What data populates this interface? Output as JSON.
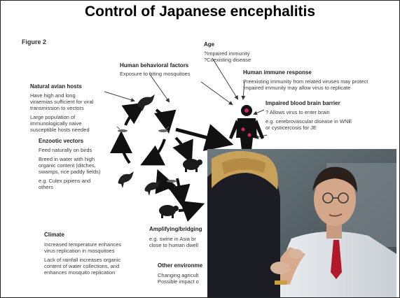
{
  "slide": {
    "title": "Control of Japanese encephalitis",
    "figure_label": "Figure 2"
  },
  "sections": {
    "age": {
      "heading": "Age",
      "lines": [
        "?Impaired immunity",
        "?Coexisting disease"
      ]
    },
    "behavioral": {
      "heading": "Human behavioral factors",
      "lines": [
        "Exposure to biting mosquitoes"
      ]
    },
    "immune": {
      "heading": "Human immune response",
      "lines": [
        "Preexisting immunity from related viruses may protect",
        "Impaired immunity may allow virus to replicate"
      ]
    },
    "bbb": {
      "heading": "Impaired blood brain barrier",
      "lines": [
        "? Allows virus to enter brain",
        "e.g. cerebrovascular disease in WNE",
        "or cysticercosis for JE"
      ]
    },
    "avian": {
      "heading": "Natural avian hosts",
      "lines": [
        "Have high and long",
        "viraemias sufficient for viral",
        "transmission to vectors",
        "Large population of",
        "immunologically naive",
        "susceptible hosts needed"
      ]
    },
    "vectors": {
      "heading": "Enzootic vectors",
      "lines": [
        "Feed naturally on birds",
        "Breed in water with high",
        "organic content (ditches,",
        "swamps, rice paddy fields)",
        "e.g. Culex pipiens and",
        "others"
      ]
    },
    "climate": {
      "heading": "Climate",
      "lines": [
        "Increased temperature enhances",
        "virus replication in mosquitoes",
        "Lack of rainfall increases organic",
        "content of water collections, and",
        "enhances mosquito replication"
      ]
    },
    "amplifying": {
      "heading": "Amplifying/bridging",
      "lines": [
        "e.g. swine in Asia br",
        "close to human dwell"
      ]
    },
    "other_env": {
      "heading": "Other environme",
      "lines": [
        "Changing agricult",
        "Possible impact o"
      ]
    }
  },
  "photo": {
    "icon": "vaccination-photo"
  }
}
